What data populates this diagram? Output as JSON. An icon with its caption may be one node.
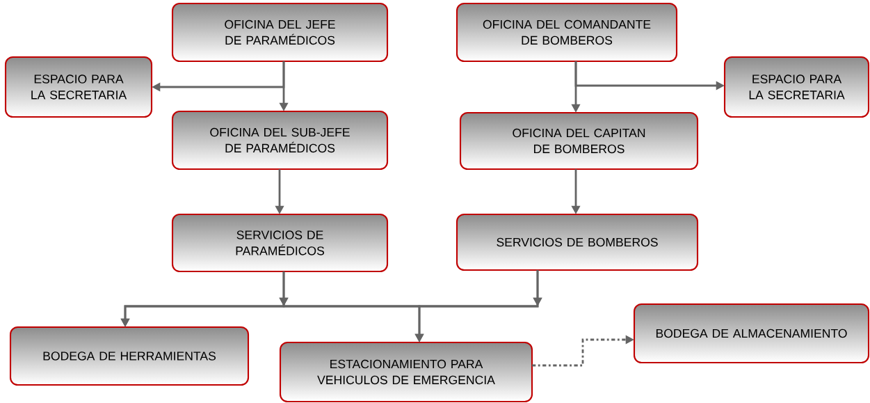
{
  "diagram": {
    "nodes": [
      {
        "text": [
          "OFICINA DEL JEFE DE PARAMÉDICOS"
        ]
      },
      {
        "text": [
          "ESPACIO PARA LA SECRETARIA"
        ]
      },
      {
        "text": [
          "OFICINA DEL SUB-JEFE DE PARAMÉDICOS"
        ]
      },
      {
        "text": [
          "SERVICIOS DE PARAMÉDICOS"
        ]
      },
      {
        "text": [
          "OFICINA DEL COMANDANTE DE BOMBEROS"
        ]
      },
      {
        "text": [
          "ESPACIO PARA LA SECRETARIA"
        ]
      },
      {
        "text": [
          "OFICINA DEL CAPITAN DE BOMBEROS"
        ]
      },
      {
        "text": [
          "SERVICIOS DE BOMBEROS"
        ]
      },
      {
        "text": [
          "BODEGA DE HERRAMIENTAS"
        ]
      },
      {
        "text": [
          "ESTACIONAMIENTO PARA VEHICULOS DE EMERGENCIA"
        ]
      },
      {
        "text": [
          "BODEGA DE ALMACENAMIENTO"
        ]
      }
    ],
    "edges": [
      {
        "from": 0,
        "to": 1,
        "arrow": "to"
      },
      {
        "from": 0,
        "to": 2,
        "arrow": "to"
      },
      {
        "from": 2,
        "to": 3,
        "arrow": "to"
      },
      {
        "from": 4,
        "to": 6,
        "arrow": "to"
      },
      {
        "from": 4,
        "to": 5,
        "arrow": "to"
      },
      {
        "from": 6,
        "to": 7,
        "arrow": "to"
      },
      {
        "from": 3,
        "to": 8,
        "arrow": "to"
      },
      {
        "from": 3,
        "to": 9,
        "arrow": "to"
      },
      {
        "from": 7,
        "to": 8,
        "arrow": "to"
      },
      {
        "from": 7,
        "to": 9,
        "arrow": "to"
      },
      {
        "from": 9,
        "to": 10,
        "arrow": "to",
        "style": "dashed"
      }
    ]
  }
}
